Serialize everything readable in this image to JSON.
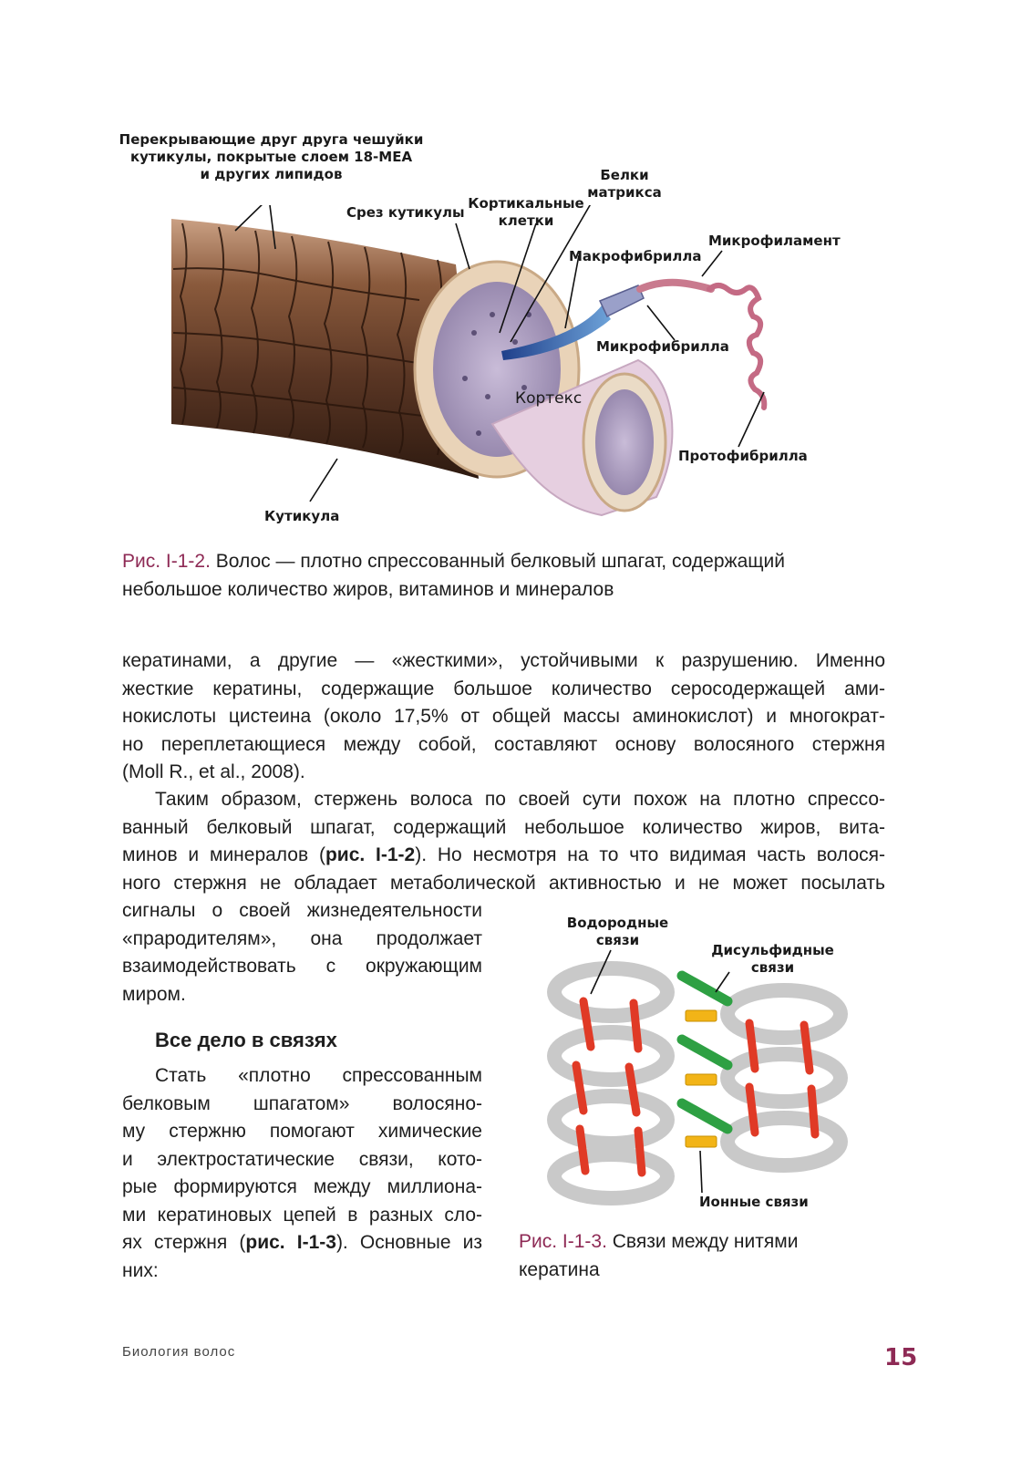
{
  "figure1": {
    "labels": {
      "scales": [
        "Перекрывающие друг друга чешуйки",
        "кутикулы, покрытые слоем 18-MEA",
        "и других липидов"
      ],
      "cuticle_cut": "Срез кутикулы",
      "cortical_cells": [
        "Кортикальные",
        "клетки"
      ],
      "matrix_proteins": [
        "Белки",
        "матрикса"
      ],
      "microfilament": "Микрофиламент",
      "macrofibril": "Макрофибрилла",
      "microfibril": "Микрофибрилла",
      "cortex": "Кортекс",
      "protofibril": "Протофибрилла",
      "cuticle": "Кутикула"
    },
    "caption_ref": "Рис. I-1-2.",
    "caption_text": "Волос — плотно спрессованный белковый шпагат, содержащий небольшое количество жиров, витаминов и минералов"
  },
  "text": {
    "p1_lines": [
      "кератинами, а другие — «жесткими», устойчивыми к разрушению. Именно",
      "жесткие кератины, содержащие большое количество серосодержащей ами-",
      "нокислоты цистеина (около 17,5% от общей массы аминокислот) и многократ-",
      "но переплетающиеся между собой, составляют основу волосяного стержня",
      "(Moll R., et al., 2008)."
    ],
    "p2_l1": "Таким образом, стержень волоса по своей сути похож на плотно спрессо-",
    "p2_l2": "ванный белковый шпагат, содержащий небольшое количество жиров, вита-",
    "p2_l3a": "минов и минералов (",
    "p2_l3_ref": "рис. I-1-2",
    "p2_l3b": "). Но несмотря на то что видимая часть волося-",
    "p2_l4": "ного стержня не обладает метаболической активностью и не может посылать",
    "p2_l5": "сигналы о своей жизнедеятельности",
    "p2_l6": "«прародителям», она продолжает",
    "p2_l7": "взаимодействовать с окружающим",
    "p2_l8": "миром.",
    "heading": "Все дело в связях",
    "p3_l1": "Стать «плотно спрессованным",
    "p3_l2": "белковым шпагатом» волосяно-",
    "p3_l3": "му стержню помогают химические",
    "p3_l4": "и электростатические связи, кото-",
    "p3_l5": "рые формируются между миллиона-",
    "p3_l6": "ми кератиновых цепей в разных сло-",
    "p3_l7a": "ях стержня (",
    "p3_l7_ref": "рис. I-1-3",
    "p3_l7b": "). Основные из",
    "p3_l8": "них:"
  },
  "figure2": {
    "labels": {
      "hydrogen": [
        "Водородные",
        "связи"
      ],
      "disulfide": [
        "Дисульфидные",
        "связи"
      ],
      "ionic": "Ионные связи"
    },
    "caption_ref": "Рис. I-1-3.",
    "caption_line1": "Связи между нитями",
    "caption_line2": "кератина"
  },
  "footer": {
    "title": "Биология волос",
    "page": "15"
  },
  "colors": {
    "accent": "#8e2a55",
    "hydrogen_bond": "#e03a26",
    "disulfide_bond": "#2ea043",
    "ionic_bond": "#f2b417"
  }
}
